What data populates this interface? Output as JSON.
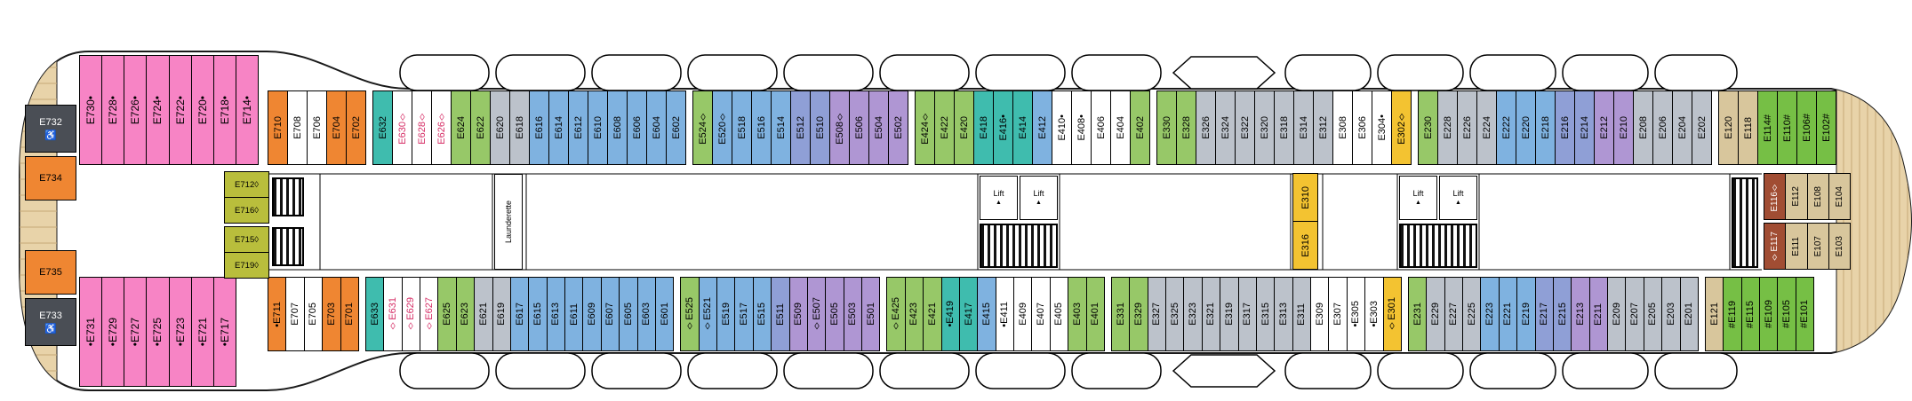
{
  "deck": {
    "name": "deck-plan",
    "orientation": "bow-right"
  },
  "palette": {
    "pink": "#F784C5",
    "orange": "#EF8632",
    "white": "#FFFFFF",
    "teal": "#3FBCAE",
    "green": "#97C868",
    "olive": "#B9BE3C",
    "blue": "#7FB2E0",
    "periwinkle": "#8F9FD6",
    "purple": "#AF96D3",
    "gray": "#BCC2CB",
    "yellow": "#F3C331",
    "tan": "#D8C69C",
    "lime": "#76BF45",
    "maroon": "#A14D33",
    "dark": "#4A4E55",
    "redtext": "#D62E66",
    "whitetext": "#FFFFFF",
    "wood": "#E8D3A9",
    "woodline": "#C6A878"
  },
  "labels": {
    "launderette": "Launderette",
    "lift": "Lift"
  },
  "icons": {
    "wheelchair": "♿",
    "lift_arrow": "▲"
  },
  "specials": {
    "e732": {
      "n": "E732"
    },
    "e733": {
      "n": "E733"
    },
    "e734": {
      "n": "E734"
    },
    "e735": {
      "n": "E735"
    }
  },
  "rows": {
    "pink_top": [
      {
        "n": "E730",
        "c": "pink",
        "s": "•"
      },
      {
        "n": "E728",
        "c": "pink",
        "s": "•"
      },
      {
        "n": "E726",
        "c": "pink",
        "s": "•"
      },
      {
        "n": "E724",
        "c": "pink",
        "s": "•"
      },
      {
        "n": "E722",
        "c": "pink",
        "s": "•"
      },
      {
        "n": "E720",
        "c": "pink",
        "s": "•"
      },
      {
        "n": "E718",
        "c": "pink",
        "s": "•"
      },
      {
        "n": "E714",
        "c": "pink",
        "s": "•"
      }
    ],
    "pink_bottom": [
      {
        "n": "E731",
        "c": "pink",
        "s": "•"
      },
      {
        "n": "E729",
        "c": "pink",
        "s": "•"
      },
      {
        "n": "E727",
        "c": "pink",
        "s": "•"
      },
      {
        "n": "E725",
        "c": "pink",
        "s": "•"
      },
      {
        "n": "E723",
        "c": "pink",
        "s": "•"
      },
      {
        "n": "E721",
        "c": "pink",
        "s": "•"
      },
      {
        "n": "E717",
        "c": "pink",
        "s": "•"
      }
    ],
    "top_main": [
      {
        "n": "E710",
        "c": "orange"
      },
      {
        "n": "E708",
        "c": "white"
      },
      {
        "n": "E706",
        "c": "white"
      },
      {
        "n": "E704",
        "c": "orange"
      },
      {
        "n": "E702",
        "c": "orange"
      },
      {
        "gap": true
      },
      {
        "n": "E632",
        "c": "teal"
      },
      {
        "n": "E630",
        "c": "white",
        "s": "◊",
        "t": "redtext"
      },
      {
        "n": "E628",
        "c": "white",
        "s": "◊",
        "t": "redtext"
      },
      {
        "n": "E626",
        "c": "white",
        "s": "◊",
        "t": "redtext"
      },
      {
        "n": "E624",
        "c": "green"
      },
      {
        "n": "E622",
        "c": "green"
      },
      {
        "n": "E620",
        "c": "gray"
      },
      {
        "n": "E618",
        "c": "gray"
      },
      {
        "n": "E616",
        "c": "blue"
      },
      {
        "n": "E614",
        "c": "blue"
      },
      {
        "n": "E612",
        "c": "blue"
      },
      {
        "n": "E610",
        "c": "blue"
      },
      {
        "n": "E608",
        "c": "blue"
      },
      {
        "n": "E606",
        "c": "blue"
      },
      {
        "n": "E604",
        "c": "blue"
      },
      {
        "n": "E602",
        "c": "blue"
      },
      {
        "gap": true
      },
      {
        "n": "E524",
        "c": "green",
        "s": "◊"
      },
      {
        "n": "E520",
        "c": "blue",
        "s": "◊"
      },
      {
        "n": "E518",
        "c": "blue"
      },
      {
        "n": "E516",
        "c": "blue"
      },
      {
        "n": "E514",
        "c": "blue"
      },
      {
        "n": "E512",
        "c": "periwinkle"
      },
      {
        "n": "E510",
        "c": "periwinkle"
      },
      {
        "n": "E508",
        "c": "purple",
        "s": "◊"
      },
      {
        "n": "E506",
        "c": "purple"
      },
      {
        "n": "E504",
        "c": "purple"
      },
      {
        "n": "E502",
        "c": "purple"
      },
      {
        "gap": true
      },
      {
        "n": "E424",
        "c": "green",
        "s": "◊"
      },
      {
        "n": "E422",
        "c": "green"
      },
      {
        "n": "E420",
        "c": "green"
      },
      {
        "n": "E418",
        "c": "teal"
      },
      {
        "n": "E416",
        "c": "teal",
        "s": "•"
      },
      {
        "n": "E414",
        "c": "teal"
      },
      {
        "n": "E412",
        "c": "blue"
      },
      {
        "n": "E410",
        "c": "white",
        "s": "•"
      },
      {
        "n": "E408",
        "c": "white",
        "s": "•"
      },
      {
        "n": "E406",
        "c": "white"
      },
      {
        "n": "E404",
        "c": "white"
      },
      {
        "n": "E402",
        "c": "green"
      },
      {
        "gap": true
      },
      {
        "n": "E330",
        "c": "green"
      },
      {
        "n": "E328",
        "c": "green"
      },
      {
        "n": "E326",
        "c": "gray"
      },
      {
        "n": "E324",
        "c": "gray"
      },
      {
        "n": "E322",
        "c": "gray"
      },
      {
        "n": "E320",
        "c": "gray"
      },
      {
        "n": "E318",
        "c": "gray"
      },
      {
        "n": "E314",
        "c": "gray"
      },
      {
        "n": "E312",
        "c": "gray"
      },
      {
        "n": "E308",
        "c": "white"
      },
      {
        "n": "E306",
        "c": "white"
      },
      {
        "n": "E304",
        "c": "white",
        "s": "•"
      },
      {
        "n": "E302",
        "c": "yellow",
        "s": "◊"
      },
      {
        "gap": true
      },
      {
        "n": "E230",
        "c": "green"
      },
      {
        "n": "E228",
        "c": "gray"
      },
      {
        "n": "E226",
        "c": "gray"
      },
      {
        "n": "E224",
        "c": "gray"
      },
      {
        "n": "E222",
        "c": "blue"
      },
      {
        "n": "E220",
        "c": "blue"
      },
      {
        "n": "E218",
        "c": "blue"
      },
      {
        "n": "E216",
        "c": "periwinkle"
      },
      {
        "n": "E214",
        "c": "periwinkle"
      },
      {
        "n": "E212",
        "c": "purple"
      },
      {
        "n": "E210",
        "c": "purple"
      },
      {
        "n": "E208",
        "c": "gray"
      },
      {
        "n": "E206",
        "c": "gray"
      },
      {
        "n": "E204",
        "c": "gray"
      },
      {
        "n": "E202",
        "c": "gray"
      },
      {
        "gap": true
      },
      {
        "n": "E120",
        "c": "tan"
      },
      {
        "n": "E118",
        "c": "tan"
      },
      {
        "n": "E114",
        "c": "lime",
        "s": "#"
      },
      {
        "n": "E110",
        "c": "lime",
        "s": "#"
      },
      {
        "n": "E106",
        "c": "lime",
        "s": "#"
      },
      {
        "n": "E102",
        "c": "lime",
        "s": "#"
      }
    ],
    "bottom_main": [
      {
        "n": "E711",
        "c": "orange",
        "s": "•"
      },
      {
        "n": "E707",
        "c": "white"
      },
      {
        "n": "E705",
        "c": "white"
      },
      {
        "n": "E703",
        "c": "orange"
      },
      {
        "n": "E701",
        "c": "orange"
      },
      {
        "gap": true
      },
      {
        "n": "E633",
        "c": "teal"
      },
      {
        "n": "E631",
        "c": "white",
        "s": "◊",
        "t": "redtext"
      },
      {
        "n": "E629",
        "c": "white",
        "s": "◊",
        "t": "redtext"
      },
      {
        "n": "E627",
        "c": "white",
        "s": "◊",
        "t": "redtext"
      },
      {
        "n": "E625",
        "c": "green"
      },
      {
        "n": "E623",
        "c": "green"
      },
      {
        "n": "E621",
        "c": "gray"
      },
      {
        "n": "E619",
        "c": "gray"
      },
      {
        "n": "E617",
        "c": "blue"
      },
      {
        "n": "E615",
        "c": "blue"
      },
      {
        "n": "E613",
        "c": "blue"
      },
      {
        "n": "E611",
        "c": "blue"
      },
      {
        "n": "E609",
        "c": "blue"
      },
      {
        "n": "E607",
        "c": "blue"
      },
      {
        "n": "E605",
        "c": "blue"
      },
      {
        "n": "E603",
        "c": "blue"
      },
      {
        "n": "E601",
        "c": "blue"
      },
      {
        "gap": true
      },
      {
        "n": "E525",
        "c": "green",
        "s": "◊"
      },
      {
        "n": "E521",
        "c": "blue",
        "s": "◊"
      },
      {
        "n": "E519",
        "c": "blue"
      },
      {
        "n": "E517",
        "c": "blue"
      },
      {
        "n": "E515",
        "c": "blue"
      },
      {
        "n": "E511",
        "c": "periwinkle"
      },
      {
        "n": "E509",
        "c": "purple"
      },
      {
        "n": "E507",
        "c": "purple",
        "s": "◊"
      },
      {
        "n": "E505",
        "c": "purple"
      },
      {
        "n": "E503",
        "c": "purple"
      },
      {
        "n": "E501",
        "c": "purple"
      },
      {
        "gap": true
      },
      {
        "n": "E425",
        "c": "green",
        "s": "◊"
      },
      {
        "n": "E423",
        "c": "green"
      },
      {
        "n": "E421",
        "c": "green"
      },
      {
        "n": "E419",
        "c": "teal",
        "s": "•"
      },
      {
        "n": "E417",
        "c": "teal"
      },
      {
        "n": "E415",
        "c": "blue"
      },
      {
        "n": "E411",
        "c": "white",
        "s": "•"
      },
      {
        "n": "E409",
        "c": "white"
      },
      {
        "n": "E407",
        "c": "white"
      },
      {
        "n": "E405",
        "c": "white"
      },
      {
        "n": "E403",
        "c": "green"
      },
      {
        "n": "E401",
        "c": "green"
      },
      {
        "gap": true
      },
      {
        "n": "E331",
        "c": "green"
      },
      {
        "n": "E329",
        "c": "green"
      },
      {
        "n": "E327",
        "c": "gray"
      },
      {
        "n": "E325",
        "c": "gray"
      },
      {
        "n": "E323",
        "c": "gray"
      },
      {
        "n": "E321",
        "c": "gray"
      },
      {
        "n": "E319",
        "c": "gray"
      },
      {
        "n": "E317",
        "c": "gray"
      },
      {
        "n": "E315",
        "c": "gray"
      },
      {
        "n": "E313",
        "c": "gray"
      },
      {
        "n": "E311",
        "c": "gray"
      },
      {
        "n": "E309",
        "c": "white"
      },
      {
        "n": "E307",
        "c": "white"
      },
      {
        "n": "E305",
        "c": "white",
        "s": "•"
      },
      {
        "n": "E303",
        "c": "white",
        "s": "•"
      },
      {
        "n": "E301",
        "c": "yellow",
        "s": "◊"
      },
      {
        "gap": true
      },
      {
        "n": "E231",
        "c": "green"
      },
      {
        "n": "E229",
        "c": "gray"
      },
      {
        "n": "E227",
        "c": "gray"
      },
      {
        "n": "E225",
        "c": "gray"
      },
      {
        "n": "E223",
        "c": "blue"
      },
      {
        "n": "E221",
        "c": "blue"
      },
      {
        "n": "E219",
        "c": "blue"
      },
      {
        "n": "E217",
        "c": "periwinkle"
      },
      {
        "n": "E215",
        "c": "periwinkle"
      },
      {
        "n": "E213",
        "c": "purple"
      },
      {
        "n": "E211",
        "c": "purple"
      },
      {
        "n": "E209",
        "c": "gray"
      },
      {
        "n": "E207",
        "c": "gray"
      },
      {
        "n": "E205",
        "c": "gray"
      },
      {
        "n": "E203",
        "c": "gray"
      },
      {
        "n": "E201",
        "c": "gray"
      },
      {
        "gap": true
      },
      {
        "n": "E121",
        "c": "tan"
      },
      {
        "n": "E119",
        "c": "lime",
        "s": "#"
      },
      {
        "n": "E115",
        "c": "lime",
        "s": "#"
      },
      {
        "n": "E109",
        "c": "lime",
        "s": "#"
      },
      {
        "n": "E105",
        "c": "lime",
        "s": "#"
      },
      {
        "n": "E101",
        "c": "lime",
        "s": "#"
      }
    ],
    "aft_inner_top": [
      {
        "n": "E712",
        "c": "olive",
        "s": "◊"
      },
      {
        "n": "E716",
        "c": "olive",
        "s": "◊"
      }
    ],
    "aft_inner_bottom": [
      {
        "n": "E715",
        "c": "olive",
        "s": "◊"
      },
      {
        "n": "E719",
        "c": "olive",
        "s": "◊"
      }
    ],
    "mid_inner": [
      {
        "n": "E310",
        "c": "yellow"
      },
      {
        "n": "E316",
        "c": "yellow"
      }
    ],
    "fwd_inner_top": [
      {
        "n": "E116",
        "c": "maroon",
        "s": "◊",
        "t": "whitetext"
      },
      {
        "n": "E112",
        "c": "tan"
      },
      {
        "n": "E108",
        "c": "tan"
      },
      {
        "n": "E104",
        "c": "tan"
      }
    ],
    "fwd_inner_bottom": [
      {
        "n": "E117",
        "c": "maroon",
        "s": "◊",
        "t": "whitetext"
      },
      {
        "n": "E111",
        "c": "tan"
      },
      {
        "n": "E107",
        "c": "tan"
      },
      {
        "n": "E103",
        "c": "tan"
      }
    ]
  }
}
